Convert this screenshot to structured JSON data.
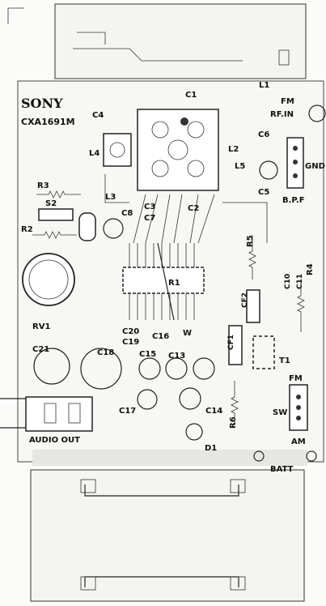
{
  "brand": "SONY",
  "chip": "CXA1691M",
  "labels": {
    "C1": "C1",
    "C2": "C2",
    "C3": "C3",
    "C4": "C4",
    "C5": "C5",
    "C6": "C6",
    "C7": "C7",
    "C8": "C8",
    "C10": "C10",
    "C11": "C11",
    "C13": "C13",
    "C14": "C14",
    "C15": "C15",
    "C16": "C16",
    "C17": "C17",
    "C18": "C18",
    "C19": "C19",
    "C20": "C20",
    "C21": "C21",
    "L1": "L1",
    "L2": "L2",
    "L3": "L3",
    "L4": "L4",
    "L5": "L5",
    "R1": "R1",
    "R2": "R2",
    "R3": "R3",
    "R4": "R4",
    "R5": "R5",
    "R6": "R6",
    "RV1": "RV1",
    "S2": "S2",
    "CF1": "CF1",
    "CF2": "CF2",
    "T1": "T1",
    "D1": "D1",
    "W": "W",
    "FM1": "FM",
    "RFIN": "RF.IN",
    "GND": "GND",
    "BPF": "B.P.F",
    "FM2": "FM",
    "SW": "SW",
    "AM": "AM",
    "AUDIO": "AUDIO OUT",
    "BATT": "BATT"
  }
}
